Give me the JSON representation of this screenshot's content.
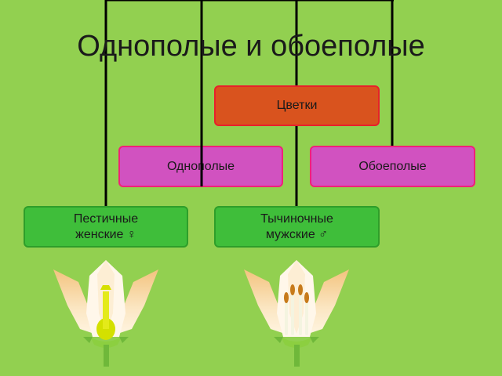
{
  "title": "Однополые и обоеполые",
  "nodes": {
    "flowers": "Цветки",
    "unisexual": "Однополые",
    "bisexual": "Обоеполые",
    "pistillate_line1": "Пестичные",
    "pistillate_line2": "женские ♀",
    "staminate_line1": "Тычиночные",
    "staminate_line2": "мужские ♂"
  },
  "colors": {
    "background": "#92d050",
    "root_fill": "#d9531e",
    "middle_fill": "#d152c0",
    "leaf_fill": "#3fbe3a",
    "line": "#000000"
  },
  "icons": [
    "female-flower-illustration",
    "male-flower-illustration"
  ]
}
